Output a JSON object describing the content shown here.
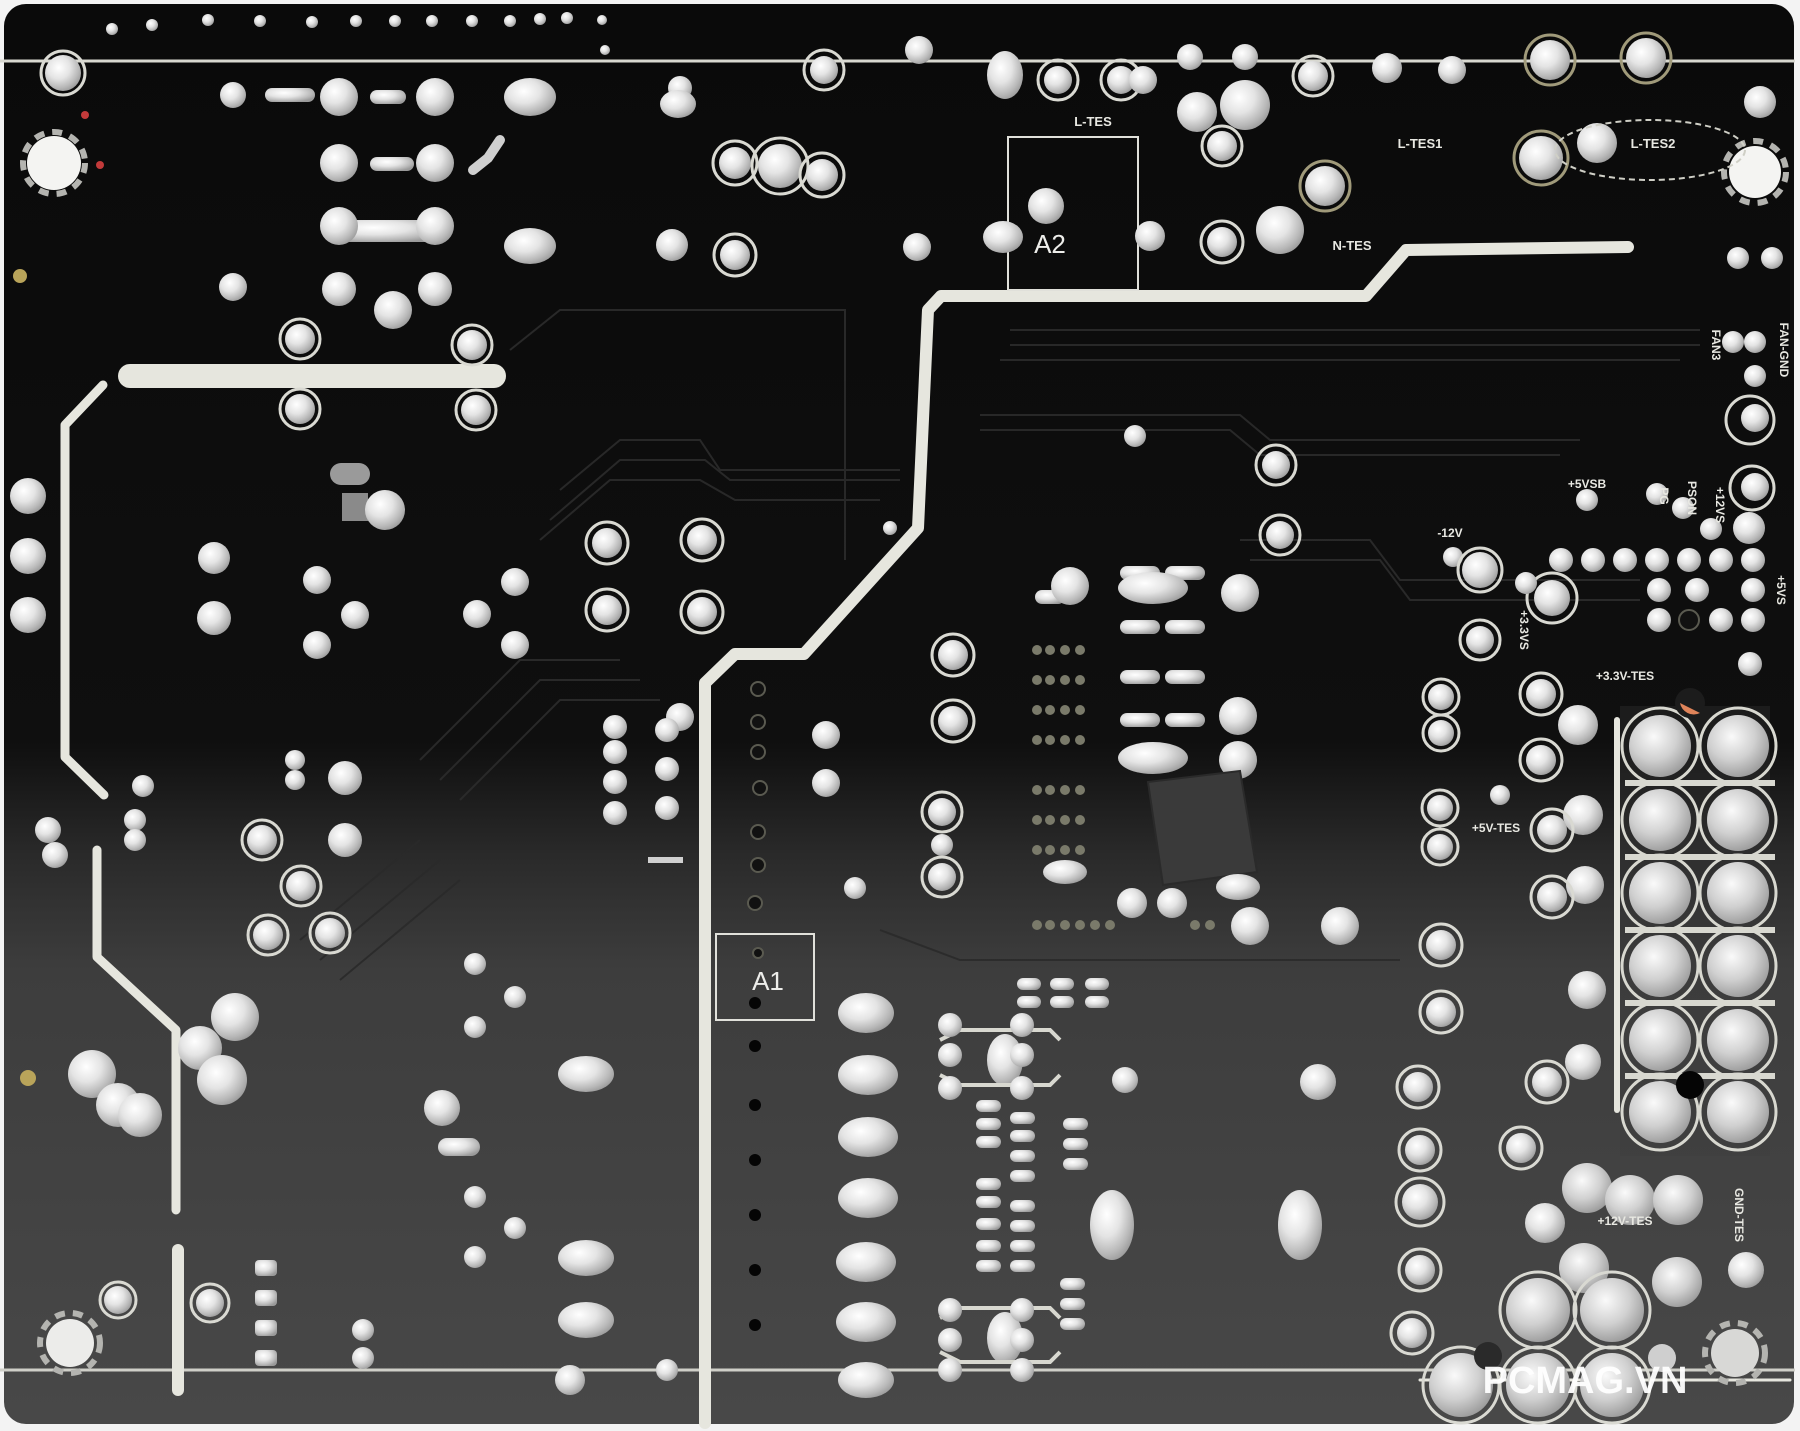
{
  "image": {
    "subject": "Underside of a power supply unit printed circuit board",
    "board_color_top": "#0b0b0b",
    "board_color_bottom": "#464646",
    "silkscreen_color": "#e8e8e2",
    "solder_color": "#d6d6d6"
  },
  "labels": {
    "l_tes": "L-TES",
    "l_tes1": "L-TES1",
    "l_tes2": "L-TES2",
    "n_tes": "N-TES",
    "a2": "A2",
    "a1": "A1",
    "fan3": "FAN3",
    "fan_gnd": "FAN-GND",
    "pg": "PG",
    "pson": "PSON",
    "p12vs": "+12VS",
    "p5vsb": "+5VSB",
    "m12v": "-12V",
    "p3_3vs": "+3.3VS",
    "p5vs": "+5VS",
    "p3_3v_tes": "+3.3V-TES",
    "p5v_tes": "+5V-TES",
    "p12v_tes": "+12V-TES",
    "gnd_tes": "GND-TES"
  },
  "watermark": {
    "text": "PCMAG.VN"
  }
}
